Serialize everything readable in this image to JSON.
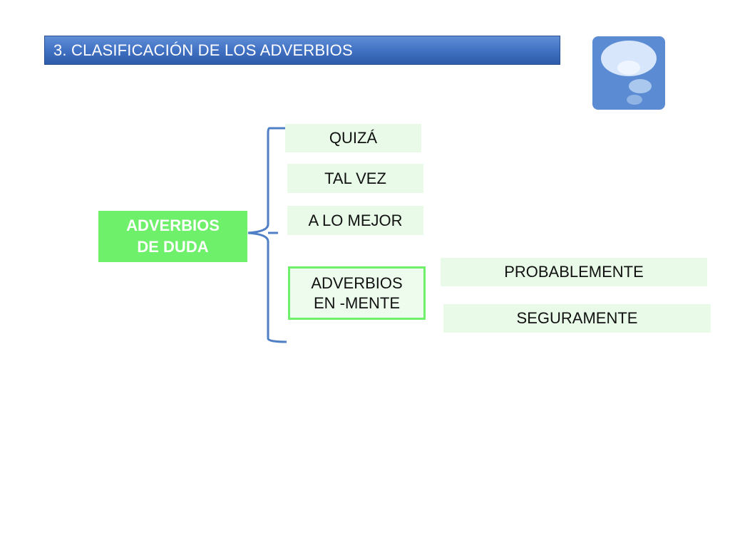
{
  "slide": {
    "title": "3. CLASIFICACIÓN DE LOS ADVERBIOS",
    "badge_icon": "thought-bubble-icon"
  },
  "diagram": {
    "root": {
      "line1": "ADVERBIOS",
      "line2": "DE DUDA"
    },
    "branches": [
      {
        "label": "QUIZÁ"
      },
      {
        "label": "TAL VEZ"
      },
      {
        "label": "A LO MEJOR"
      },
      {
        "line1": "ADVERBIOS",
        "line2": "EN -MENTE"
      }
    ],
    "mente_examples": [
      {
        "label": "PROBABLEMENTE"
      },
      {
        "label": "SEGURAMENTE"
      }
    ]
  },
  "colors": {
    "title_bar": "#3f6fc1",
    "badge": "#5b8bd3",
    "root_fill": "#6ef06a",
    "pale_fill": "#e9fbe8",
    "bracket": "#4f7fc4"
  }
}
